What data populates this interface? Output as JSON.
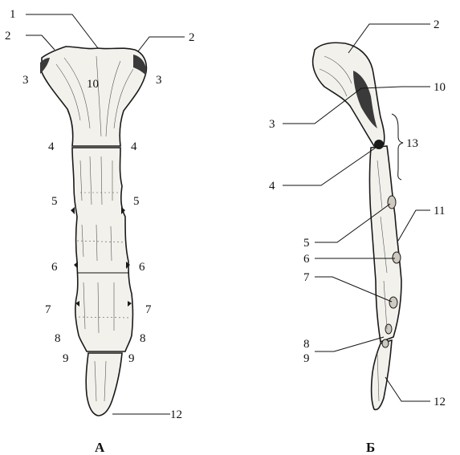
{
  "panels": {
    "left": "А",
    "right": "Б"
  },
  "labels": {
    "l1": "1",
    "l2a": "2",
    "l2b": "2",
    "l3a": "3",
    "l3b": "3",
    "l10": "10",
    "l4a": "4",
    "l4b": "4",
    "l5a": "5",
    "l5b": "5",
    "l6a": "6",
    "l6b": "6",
    "l7a": "7",
    "l7b": "7",
    "l8a": "8",
    "l8b": "8",
    "l9a": "9",
    "l9b": "9",
    "l12": "12",
    "r2": "2",
    "r10": "10",
    "r3": "3",
    "r13": "13",
    "r4": "4",
    "r11": "11",
    "r5": "5",
    "r6": "6",
    "r7": "7",
    "r8": "8",
    "r9": "9",
    "r12": "12"
  },
  "colors": {
    "ink": "#1a1a1a",
    "bone": "#f3f1ec",
    "shadow": "#3a3a3a"
  }
}
